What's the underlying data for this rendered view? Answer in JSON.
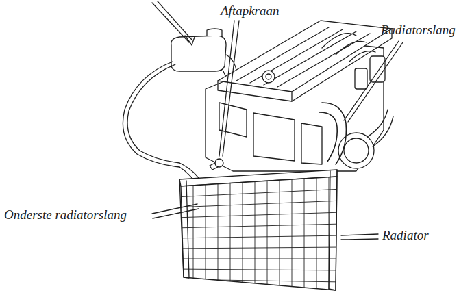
{
  "diagram": {
    "labels": [
      "Aftapkraan",
      "Radiatorslang",
      "Onderste radiatorslang",
      "Radiator"
    ]
  }
}
